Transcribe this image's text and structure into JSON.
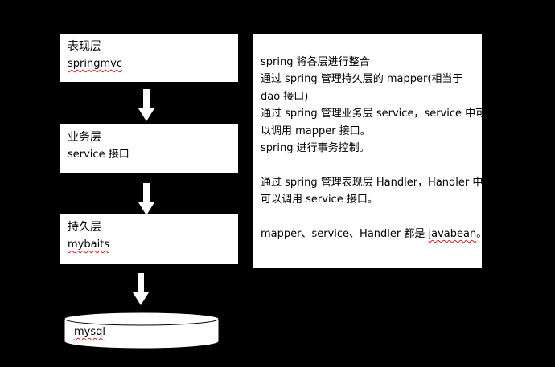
{
  "layers": [
    {
      "title": "表现层",
      "subtitle": "springmvc"
    },
    {
      "title": "业务层",
      "subtitle": "service 接口"
    },
    {
      "title": "持久层",
      "subtitle": "mybaits"
    }
  ],
  "database": {
    "label": "mysql"
  },
  "notes": {
    "line1": "spring 将各层进行整合",
    "line2": "通过 spring 管理持久层的 mapper(相当于",
    "line3": "dao 接口)",
    "line4": "通过 spring 管理业务层 service，service 中可",
    "line5": "以调用 mapper 接口。",
    "line6": "spring 进行事务控制。",
    "line7": "通过 spring 管理表现层 Handler，Handler 中",
    "line8": "可以调用 service 接口。",
    "line9_pre": "mapper、service、Handler 都是 ",
    "line9_word": "javabean",
    "line9_post": "。"
  },
  "colors": {
    "background": "#000000",
    "box": "#ffffff",
    "spellcheck": "#d02020"
  }
}
